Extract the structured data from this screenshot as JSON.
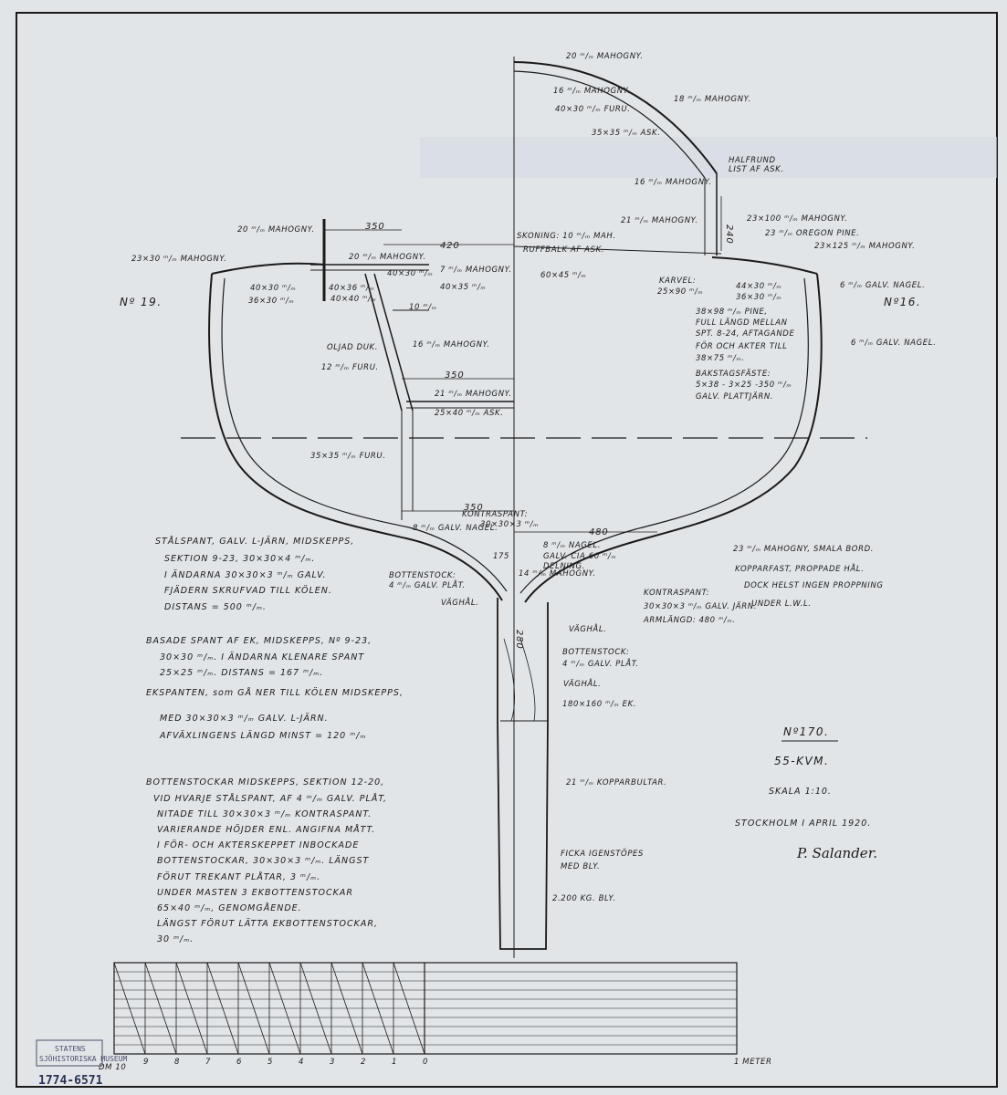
{
  "frame_numbers": {
    "left": "Nº 19.",
    "right": "Nº16."
  },
  "dimensions": {
    "d350_top": "350",
    "d420": "420",
    "d350_mid": "350",
    "d350_low": "350",
    "d480": "480",
    "d240": "240",
    "d280": "280",
    "d175": "175",
    "d10": "10 ᵐ/ₘ"
  },
  "deck_labels": {
    "mahogny20_top": "20 ᵐ/ₘ MAHOGNY.",
    "mahogny16_a": "16 ᵐ/ₘ MAHOGNY.",
    "furu40x30": "40×30 ᵐ/ₘ FURU.",
    "mahogny18": "18 ᵐ/ₘ MAHOGNY.",
    "ask35": "35×35 ᵐ/ₘ ASK.",
    "halfrund": "HALFRUND",
    "list_ask": "LIST AF ASK.",
    "mahogny16_b": "16 ᵐ/ₘ MAHOGNY.",
    "mahogny21_a": "21 ᵐ/ₘ MAHOGNY.",
    "mahogny23x100": "23×100 ᵐ/ₘ MAHOGNY.",
    "oregon": "23 ᵐ/ₘ OREGON PINE.",
    "mahogny23x125": "23×125 ᵐ/ₘ MAHOGNY.",
    "skoning": "SKONING: 10 ᵐ/ₘ MAH.",
    "ruffbalk": "RUFFBALK AF ASK.",
    "dim60x45": "60×45 ᵐ/ₘ",
    "mahogny20_l": "20 ᵐ/ₘ MAHOGNY.",
    "mahogny23x30": "23×30 ᵐ/ₘ MAHOGNY.",
    "mahogny20_mid": "20 ᵐ/ₘ MAHOGNY.",
    "dim40x30_a": "40×30 ᵐ/ₘ",
    "mahogny7": "7 ᵐ/ₘ MAHOGNY.",
    "dim40x35": "40×35 ᵐ/ₘ",
    "dim40x30_b": "40×30 ᵐ/ₘ",
    "dim40x36": "40×36 ᵐ/ₘ",
    "dim36x30": "36×30 ᵐ/ₘ",
    "dim40x40": "40×40 ᵐ/ₘ",
    "karvel": "KARVEL:",
    "dim25x90": "25×90 ᵐ/ₘ",
    "dim44x30": "44×30 ᵐ/ₘ",
    "dim36x30_r": "36×30 ᵐ/ₘ",
    "nagel6a": "6 ᵐ/ₘ GALV. NAGEL.",
    "pine38": "38×98 ᵐ/ₘ PINE,",
    "full_langd": "FULL LÄNGD MELLAN",
    "spt_824": "SPT. 8-24, AFTAGANDE",
    "for_akter": "FÖR OCH AKTER TILL",
    "dim38x75": "38×75 ᵐ/ₘ.",
    "nagel6b": "6 ᵐ/ₘ GALV. NAGEL.",
    "backstag1": "BAKSTAGSFÄSTE:",
    "backstag2": "5×38 - 3×25 -350 ᵐ/ₘ",
    "backstag3": "GALV. PLATTJÄRN.",
    "oljad": "OLJAD DUK.",
    "furu12": "12 ᵐ/ₘ FURU.",
    "mahogny16_c": "16 ᵐ/ₘ MAHOGNY.",
    "mahogny21_b": "21 ᵐ/ₘ MAHOGNY.",
    "ask25x40": "25×40 ᵐ/ₘ ASK.",
    "furu35": "35×35 ᵐ/ₘ FURU."
  },
  "hull_labels": {
    "kontraspant_top": "KONTRASPANT:",
    "kontraspant_dim": "30×30×3 ᵐ/ₘ",
    "galv_nagel8a": "8 ᵐ/ₘ GALV. NAGEL.",
    "nagel8b": "8 ᵐ/ₘ NAGEL.",
    "galv_cia": "GALV. CIA 60 ᵐ/ₘ",
    "delning": "DELNING.",
    "mahogny14": "14 ᵐ/ₘ MAHOGNY.",
    "bottenstock_l1": "BOTTENSTOCK:",
    "bottenstock_l2": "4 ᵐ/ₘ GALV. PLÅT.",
    "vaghal_l": "VÄGHÅL.",
    "mahogny23_smal": "23 ᵐ/ₘ MAHOGNY, SMALA BORD.",
    "kopparfast": "KOPPARFAST, PROPPADE HÅL.",
    "dock": "DOCK HELST INGEN PROPPNING",
    "under_lwl": "UNDER L.W.L.",
    "kontraspant_r1": "KONTRASPANT:",
    "kontraspant_r2": "30×30×3 ᵐ/ₘ GALV. JÄRN.",
    "kontraspant_r3": "ARMLÄNGD: 480 ᵐ/ₘ.",
    "vaghal_r1": "VÄGHÅL.",
    "bottenstock_r1": "BOTTENSTOCK:",
    "bottenstock_r2": "4 ᵐ/ₘ GALV. PLÅT.",
    "vaghal_r2": "VÄGHÅL.",
    "ek": "180×160 ᵐ/ₘ EK.",
    "kopparbultar": "21 ᵐ/ₘ KOPPARBULTAR.",
    "ficka1": "FICKA IGENSTÖPES",
    "ficka2": "MED BLY.",
    "bly": "2.200 KG. BLY."
  },
  "notes": [
    "STÅLSPANT, GALV. L-JÄRN, MIDSKEPPS,",
    "SEKTION 9-23, 30×30×4 ᵐ/ₘ.",
    "I ÄNDARNA 30×30×3 ᵐ/ₘ GALV.",
    "FJÄDERN SKRUFVAD TILL KÖLEN.",
    "DISTANS = 500 ᵐ/ₘ.",
    "BASADE SPANT AF EK, MIDSKEPPS, Nº 9-23,",
    "30×30 ᵐ/ₘ. I ÄNDARNA KLENARE SPANT",
    "25×25 ᵐ/ₘ. DISTANS = 167 ᵐ/ₘ.",
    "EKSPANTEN, som GÅ NER TILL KÖLEN MIDSKEPPS,",
    "MED 30×30×3 ᵐ/ₘ GALV. L-JÄRN.",
    "AFVÄXLINGENS LÄNGD MINST = 120 ᵐ/ₘ",
    "BOTTENSTOCKAR MIDSKEPPS, SEKTION 12-20,",
    "VID HVARJE STÅLSPANT, AF 4 ᵐ/ₘ GALV. PLÅT,",
    "NITADE TILL 30×30×3 ᵐ/ₘ KONTRASPANT.",
    "VARIERANDE HÖJDER ENL. ANGIFNA MÅTT.",
    "I FÖR- OCH AKTERSKEPPET INBOCKADE",
    "BOTTENSTOCKAR, 30×30×3 ᵐ/ₘ. LÄNGST",
    "FÖRUT TREKANT PLÅTAR, 3 ᵐ/ₘ.",
    "UNDER MASTEN 3 EKBOTTENSTOCKAR",
    "65×40 ᵐ/ₘ, GENOMGÅENDE.",
    "LÄNGST FÖRUT LÄTTA EKBOTTENSTOCKAR,",
    "30 ᵐ/ₘ."
  ],
  "title_block": {
    "number": "Nº170.",
    "class": "55-KVM.",
    "scale": "SKALA 1:10.",
    "place_date": "STOCKHOLM I APRIL 1920.",
    "signature": "P. Salander."
  },
  "scale_bar": {
    "labels": [
      "DM 10",
      "9",
      "8",
      "7",
      "6",
      "5",
      "4",
      "3",
      "2",
      "1",
      "0"
    ],
    "meter_label": "1 METER"
  },
  "stamp": {
    "line1": "STATENS",
    "line2": "SJÖHISTORISKA MUSEUM",
    "handwritten": "1774-6571"
  },
  "colors": {
    "ink": "#1a1a1a",
    "paper": "#e2e5e8",
    "stamp": "#4a4f6a"
  }
}
